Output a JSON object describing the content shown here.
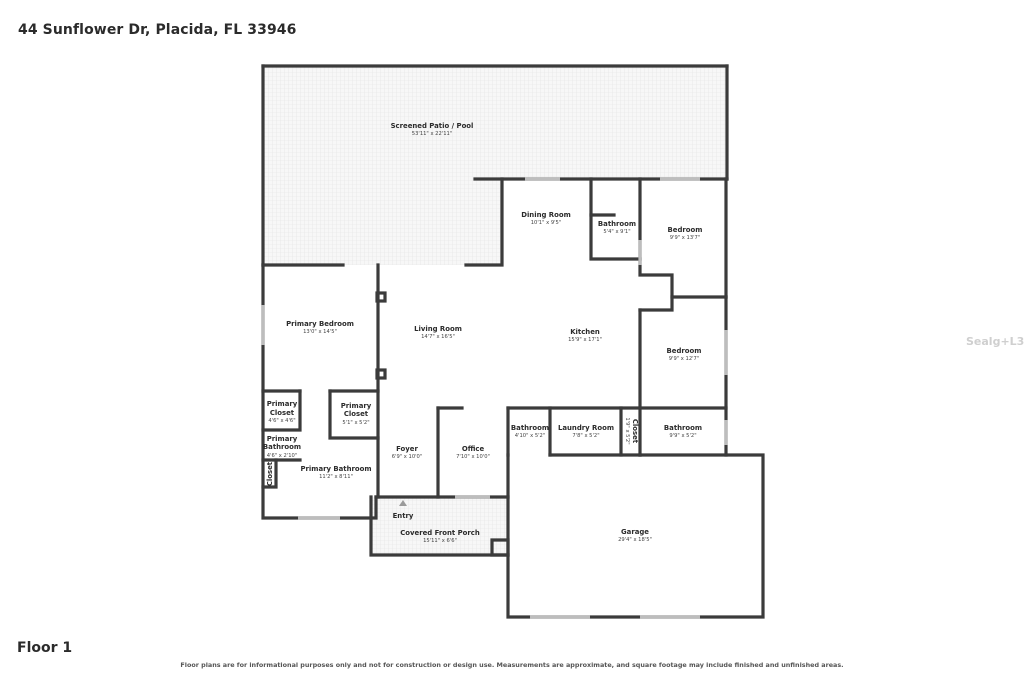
{
  "header": {
    "address": "44 Sunflower Dr, Placida, FL 33946"
  },
  "floor_label": "Floor 1",
  "disclaimer": "Floor plans are for informational purposes only and not for construction or design use. Measurements are approximate, and square footage may include finished and unfinished areas.",
  "watermark": "Sealg+L3",
  "rooms": {
    "patio": {
      "name": "Screened Patio / Pool",
      "dim": "53'11\" x 22'11\""
    },
    "dining": {
      "name": "Dining Room",
      "dim": "10'1\" x 9'5\""
    },
    "bath_top": {
      "name": "Bathroom",
      "dim": "5'4\" x 9'1\""
    },
    "bed_top": {
      "name": "Bedroom",
      "dim": "9'9\" x 13'7\""
    },
    "primary_bed": {
      "name": "Primary Bedroom",
      "dim": "13'0\" x 14'5\""
    },
    "living": {
      "name": "Living Room",
      "dim": "14'7\" x 16'5\""
    },
    "kitchen": {
      "name": "Kitchen",
      "dim": "15'9\" x 17'1\""
    },
    "bed_mid": {
      "name": "Bedroom",
      "dim": "9'9\" x 12'7\""
    },
    "pclo_left": {
      "name1": "Primary",
      "name2": "Closet",
      "dim": "4'6\" x 4'6\""
    },
    "pclo_right": {
      "name1": "Primary",
      "name2": "Closet",
      "dim": "5'1\" x 5'2\""
    },
    "pbath_small": {
      "name1": "Primary",
      "name2": "Bathroom",
      "dim": "4'6\" x 2'10\""
    },
    "closet_left": {
      "name": "Closet"
    },
    "primary_bath": {
      "name": "Primary Bathroom",
      "dim": "11'2\" x 8'11\""
    },
    "foyer": {
      "name": "Foyer",
      "dim": "6'9\" x 10'0\""
    },
    "office": {
      "name": "Office",
      "dim": "7'10\" x 10'0\""
    },
    "bath_mid": {
      "name": "Bathroom",
      "dim": "4'10\" x 5'2\""
    },
    "laundry": {
      "name": "Laundry Room",
      "dim": "7'8\" x 5'2\""
    },
    "closet_small": {
      "name": "Closet",
      "dim": "1'9\" x 5'2\""
    },
    "bath_right": {
      "name": "Bathroom",
      "dim": "9'9\" x 5'2\""
    },
    "entry": {
      "name": "Entry"
    },
    "porch": {
      "name": "Covered Front Porch",
      "dim": "15'11\" x 6'6\""
    },
    "garage": {
      "name": "Garage",
      "dim": "29'4\" x 18'5\""
    }
  }
}
